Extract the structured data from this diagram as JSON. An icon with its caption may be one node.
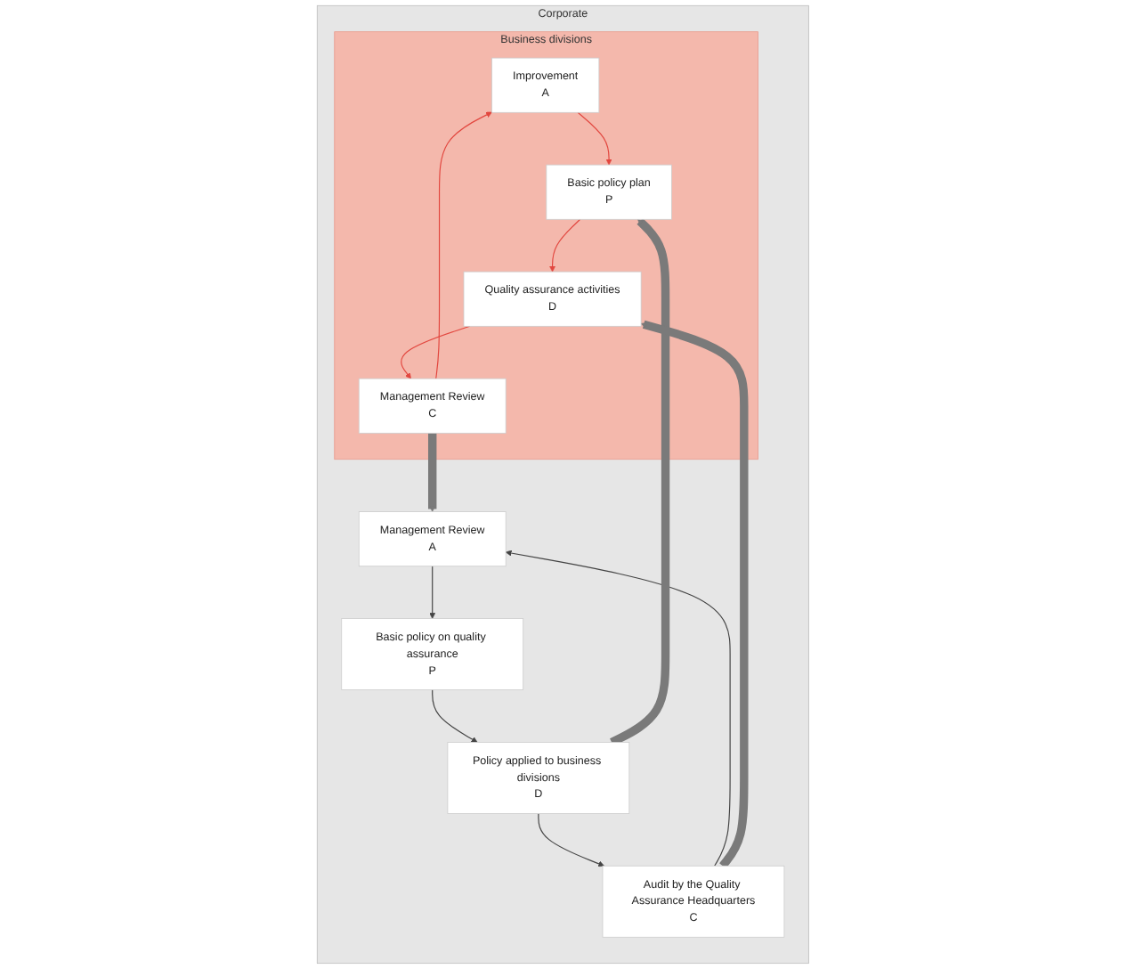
{
  "diagram": {
    "nodes": [
      {
        "text": [
          "Corporate"
        ]
      },
      {
        "text": [
          "Basic policy on quality assurance",
          "P"
        ],
        "in": 0
      },
      {
        "text": [
          "Policy applied to business divisions",
          "D"
        ],
        "in": 0
      },
      {
        "text": [
          "Audit by the Quality Assurance Headquarters",
          "C"
        ],
        "in": 0
      },
      {
        "text": [
          "Management Review",
          "A"
        ],
        "in": 0
      },
      {
        "text": [
          "Business divisions"
        ],
        "in": 0
      },
      {
        "text": [
          "Improvement",
          "A"
        ],
        "in": 5
      },
      {
        "text": [
          "Basic policy plan",
          "P"
        ],
        "in": 5
      },
      {
        "text": [
          "Quality assurance activities",
          "D"
        ],
        "in": 5
      },
      {
        "text": [
          "Management Review",
          "C"
        ],
        "in": 5
      }
    ],
    "edges": [
      {
        "from": 1,
        "to": 2,
        "arrow": "to"
      },
      {
        "from": 2,
        "to": 3,
        "arrow": "to"
      },
      {
        "from": 3,
        "to": 4,
        "arrow": "to"
      },
      {
        "from": 4,
        "to": 1,
        "arrow": "to"
      },
      {
        "from": 6,
        "to": 7,
        "arrow": "to",
        "color": "#e2473f"
      },
      {
        "from": 7,
        "to": 8,
        "arrow": "to",
        "color": "#e2473f"
      },
      {
        "from": 8,
        "to": 9,
        "arrow": "to",
        "color": "#e2473f"
      },
      {
        "from": 9,
        "to": 6,
        "arrow": "to",
        "color": "#e2473f"
      },
      {
        "from": 2,
        "to": 7,
        "arrow": "to",
        "style": "thick",
        "color": "#7a7a7a"
      },
      {
        "from": 3,
        "to": 8,
        "arrow": "to",
        "style": "thick",
        "color": "#7a7a7a"
      },
      {
        "from": 9,
        "to": 4,
        "arrow": "to",
        "style": "thick",
        "color": "#7a7a7a"
      }
    ]
  }
}
